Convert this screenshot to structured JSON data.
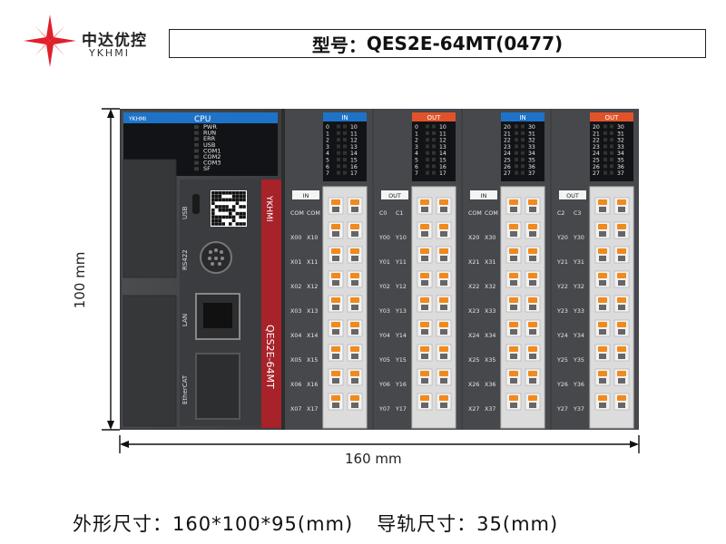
{
  "brand": {
    "name_cn": "中达优控",
    "name_en": "YKHMI",
    "logo_color": "#e0202a"
  },
  "title": {
    "label": "型号：",
    "model": "QES2E-64MT(0477)"
  },
  "dimensions": {
    "height_label": "100 mm",
    "width_label": "160 mm"
  },
  "specs": {
    "outline": "外形尺寸：160*100*95(mm)",
    "rail": "导轨尺寸：35(mm)"
  },
  "cpu": {
    "header": "CPU",
    "brand_small": "YKHMI",
    "leds": [
      "PWR",
      "RUN",
      "ERR",
      "USB",
      "COM1",
      "COM2",
      "COM3",
      "SF"
    ],
    "ports": [
      "USB",
      "RS422",
      "LAN",
      "EtherCAT"
    ],
    "strip_brand": "YKHMI",
    "strip_model": "QES2E-64MT",
    "header_color": "#1e73c8",
    "strip_color": "#a8222a"
  },
  "modules": [
    {
      "type": "IN",
      "color": "#1e73c8",
      "left": [
        "0",
        "1",
        "2",
        "3",
        "4",
        "5",
        "6",
        "7"
      ],
      "right": [
        "10",
        "11",
        "12",
        "13",
        "14",
        "15",
        "16",
        "17"
      ],
      "term_header": "IN",
      "com": [
        "COM",
        "COM"
      ],
      "labels": [
        [
          "X00",
          "X10"
        ],
        [
          "X01",
          "X11"
        ],
        [
          "X02",
          "X12"
        ],
        [
          "X03",
          "X13"
        ],
        [
          "X04",
          "X14"
        ],
        [
          "X05",
          "X15"
        ],
        [
          "X06",
          "X16"
        ],
        [
          "X07",
          "X17"
        ]
      ]
    },
    {
      "type": "OUT",
      "color": "#e0532a",
      "left": [
        "0",
        "1",
        "2",
        "3",
        "4",
        "5",
        "6",
        "7"
      ],
      "right": [
        "10",
        "11",
        "12",
        "13",
        "14",
        "15",
        "16",
        "17"
      ],
      "term_header": "OUT",
      "com": [
        "C0",
        "C1"
      ],
      "labels": [
        [
          "Y00",
          "Y10"
        ],
        [
          "Y01",
          "Y11"
        ],
        [
          "Y02",
          "Y12"
        ],
        [
          "Y03",
          "Y13"
        ],
        [
          "Y04",
          "Y14"
        ],
        [
          "Y05",
          "Y15"
        ],
        [
          "Y06",
          "Y16"
        ],
        [
          "Y07",
          "Y17"
        ]
      ]
    },
    {
      "type": "IN",
      "color": "#1e73c8",
      "left": [
        "20",
        "21",
        "22",
        "23",
        "24",
        "25",
        "26",
        "27"
      ],
      "right": [
        "30",
        "31",
        "32",
        "33",
        "34",
        "35",
        "36",
        "37"
      ],
      "term_header": "IN",
      "com": [
        "COM",
        "COM"
      ],
      "labels": [
        [
          "X20",
          "X30"
        ],
        [
          "X21",
          "X31"
        ],
        [
          "X22",
          "X32"
        ],
        [
          "X23",
          "X33"
        ],
        [
          "X24",
          "X34"
        ],
        [
          "X25",
          "X35"
        ],
        [
          "X26",
          "X36"
        ],
        [
          "X27",
          "X37"
        ]
      ]
    },
    {
      "type": "OUT",
      "color": "#e0532a",
      "left": [
        "20",
        "21",
        "22",
        "23",
        "24",
        "25",
        "26",
        "27"
      ],
      "right": [
        "30",
        "31",
        "32",
        "33",
        "34",
        "35",
        "36",
        "37"
      ],
      "term_header": "OUT",
      "com": [
        "C2",
        "C3"
      ],
      "labels": [
        [
          "Y20",
          "Y30"
        ],
        [
          "Y21",
          "Y31"
        ],
        [
          "Y22",
          "Y32"
        ],
        [
          "Y23",
          "Y33"
        ],
        [
          "Y24",
          "Y34"
        ],
        [
          "Y25",
          "Y35"
        ],
        [
          "Y26",
          "Y36"
        ],
        [
          "Y27",
          "Y37"
        ]
      ]
    }
  ]
}
